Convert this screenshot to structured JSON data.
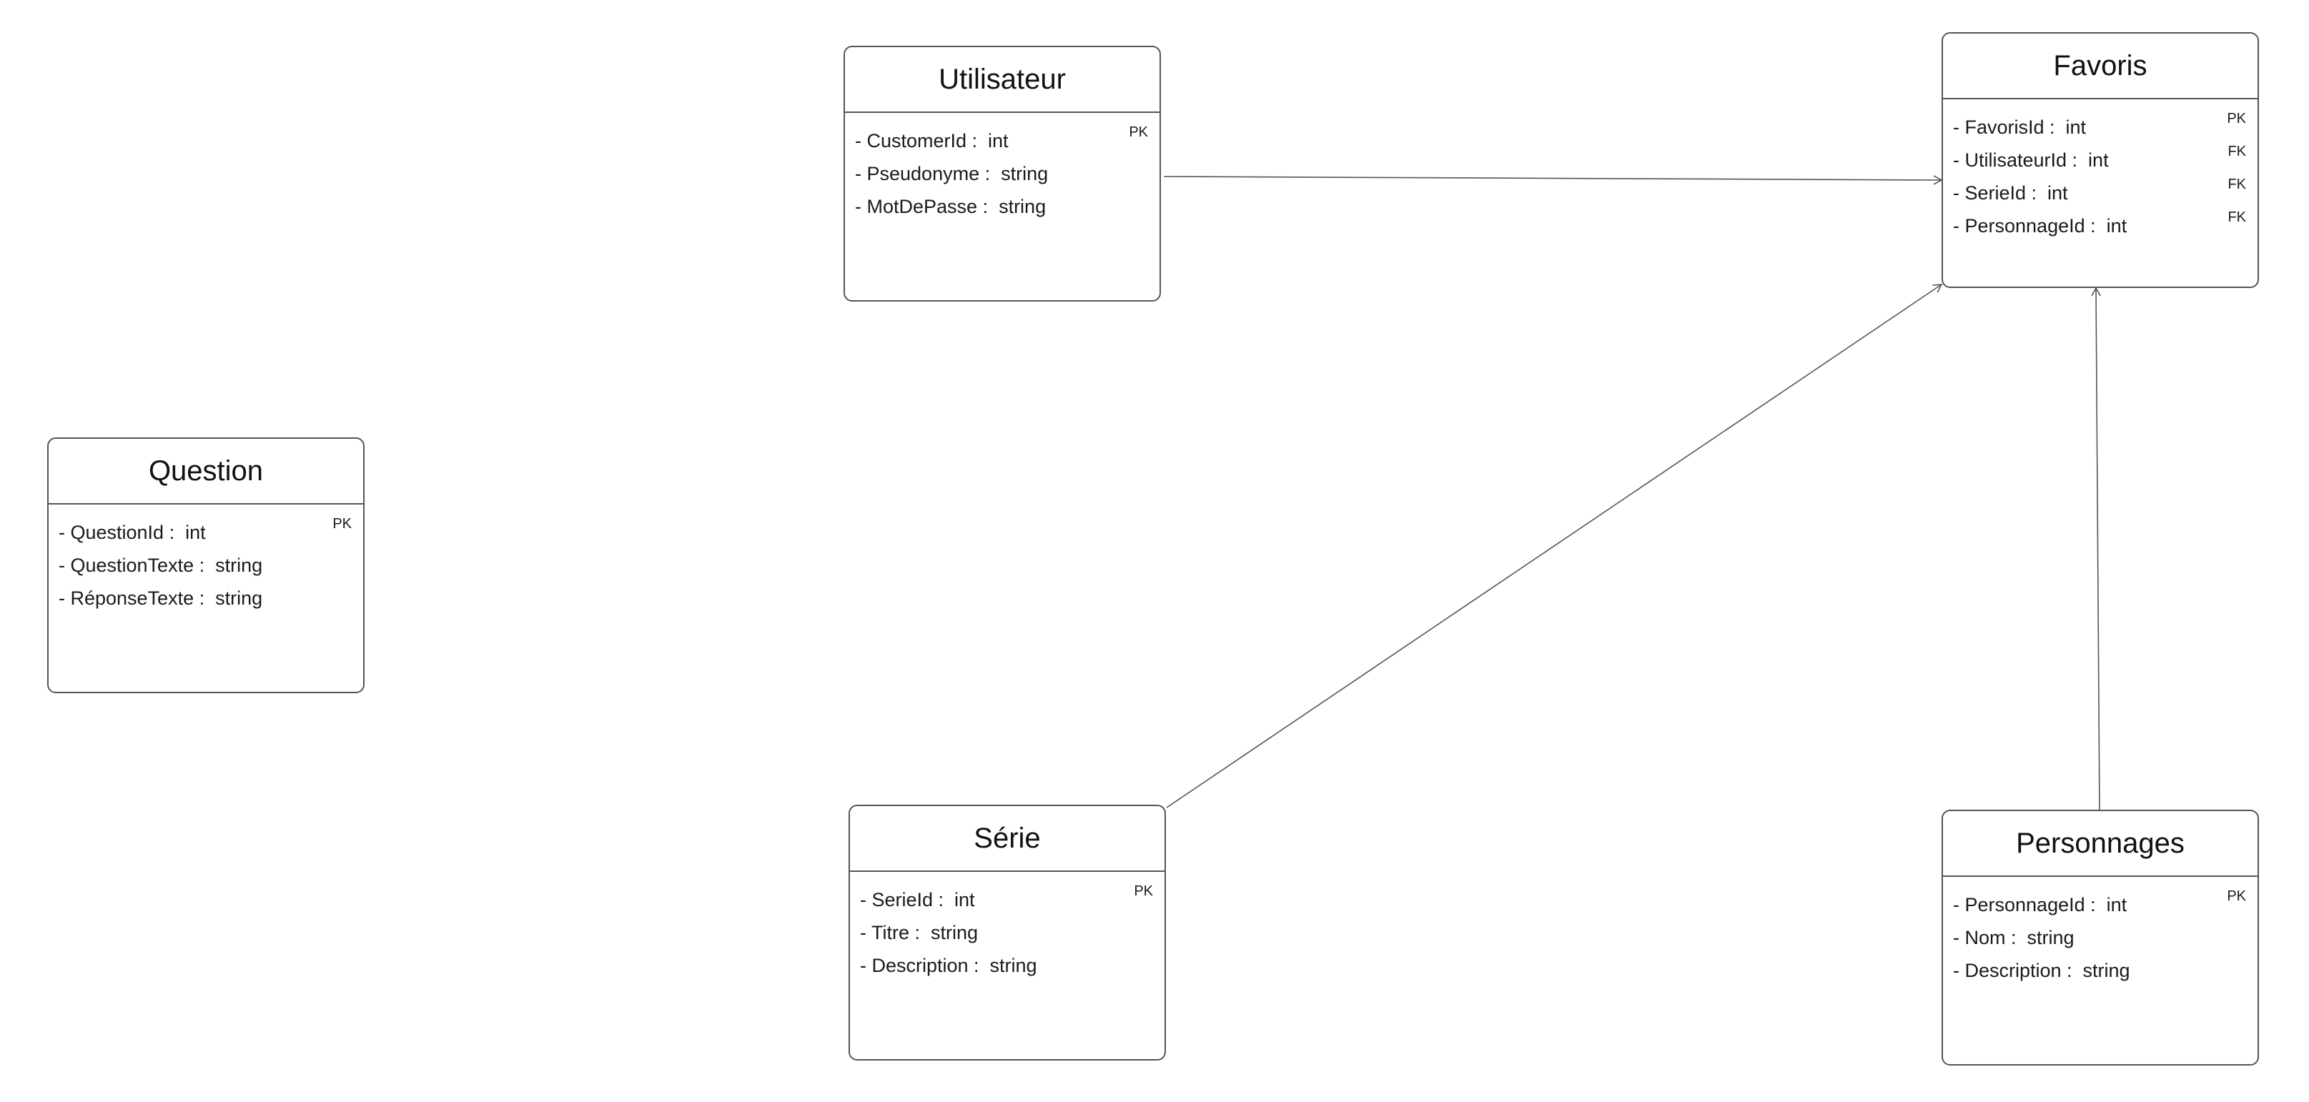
{
  "colors": {
    "border": "#555555",
    "text": "#1a1a1a",
    "connector": "#555555",
    "background": "#ffffff"
  },
  "entities": {
    "utilisateur": {
      "title": "Utilisateur",
      "attributes": [
        {
          "text": "- CustomerId :  int",
          "key": "PK"
        },
        {
          "text": "- Pseudonyme :  string",
          "key": ""
        },
        {
          "text": "- MotDePasse :  string",
          "key": ""
        }
      ]
    },
    "favoris": {
      "title": "Favoris",
      "attributes": [
        {
          "text": "- FavorisId :  int",
          "key": "PK"
        },
        {
          "text": "- UtilisateurId :  int",
          "key": "FK"
        },
        {
          "text": "- SerieId :  int",
          "key": "FK"
        },
        {
          "text": "- PersonnageId :  int",
          "key": "FK"
        }
      ]
    },
    "question": {
      "title": "Question",
      "attributes": [
        {
          "text": "- QuestionId :  int",
          "key": "PK"
        },
        {
          "text": "- QuestionTexte :  string",
          "key": ""
        },
        {
          "text": "- RéponseTexte :  string",
          "key": ""
        }
      ]
    },
    "serie": {
      "title": "Série",
      "attributes": [
        {
          "text": "- SerieId :  int",
          "key": "PK"
        },
        {
          "text": "- Titre :  string",
          "key": ""
        },
        {
          "text": "- Description :  string",
          "key": ""
        }
      ]
    },
    "personnages": {
      "title": "Personnages",
      "attributes": [
        {
          "text": "- PersonnageId :  int",
          "key": "PK"
        },
        {
          "text": "- Nom :  string",
          "key": ""
        },
        {
          "text": "- Description :  string",
          "key": ""
        }
      ]
    }
  },
  "relationships": [
    {
      "from": "utilisateur",
      "to": "favoris"
    },
    {
      "from": "serie",
      "to": "favoris"
    },
    {
      "from": "personnages",
      "to": "favoris"
    }
  ]
}
